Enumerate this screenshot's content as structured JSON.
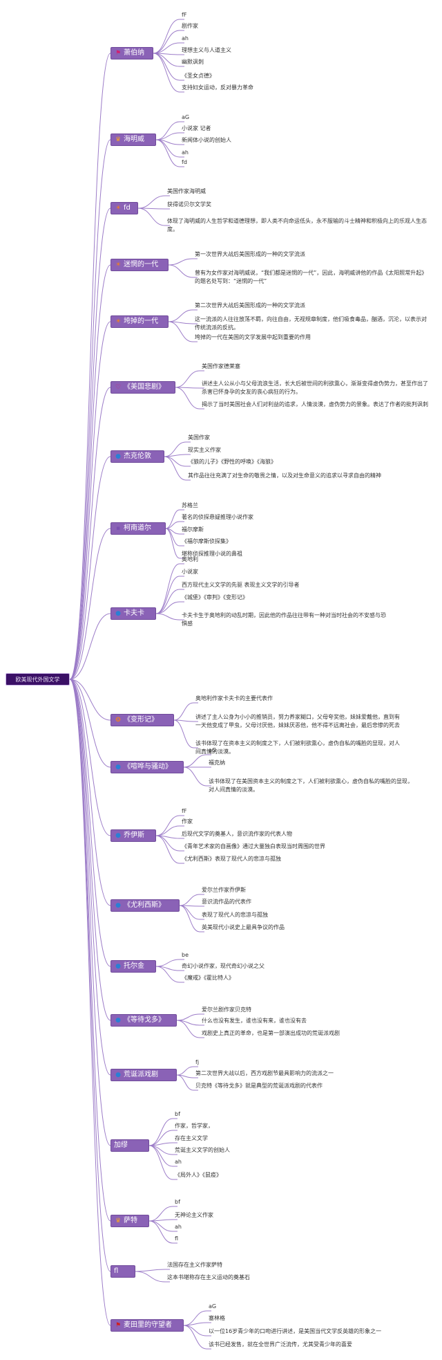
{
  "root": "欧美现代外国文学",
  "topics": [
    {
      "label": "萧伯纳",
      "icon": "flag-icon",
      "glyph": "⚑",
      "color": "#d02070",
      "children": [
        "fF",
        "剧作家",
        "ah",
        "理想主义与人道主义",
        "幽默讽刺",
        "《圣女贞德》",
        "支持妇女运动，反对暴力革命"
      ]
    },
    {
      "label": "海明威",
      "icon": "trophy-icon",
      "glyph": "♛",
      "color": "#f0a030",
      "children": [
        "aG",
        "小说家 记者",
        "新闻体小说的创始人",
        "ah",
        "fd"
      ]
    },
    {
      "label": "fd",
      "icon": "sun-icon",
      "glyph": "☀",
      "color": "#f08020",
      "children": [
        "美国作家海明威",
        "获得诺贝尔文学奖",
        "体现了海明威的人生哲学和道德理想，即人类不向命运低头，永不服输的斗士精神和积极向上的乐观人生态度。"
      ]
    },
    {
      "label": "迷惘的一代",
      "icon": "sun-icon",
      "glyph": "☀",
      "color": "#f08020",
      "children": [
        "第一次世界大战后美国形成的一种的文学流派",
        "曾有为女作家对海明威说，“我们都是迷惘的一代”，因此，海明威讲他的作品《太阳照常升起》的题名处写到：“迷惘的一代”"
      ]
    },
    {
      "label": "垮掉的一代",
      "icon": "sun-icon",
      "glyph": "☀",
      "color": "#f08020",
      "children": [
        "第二次世界大战后美国形成的一种的文学流派",
        "这一流派的人往往放荡不羁，向往自由，无视规章制度，他们吸食毒品，酗酒，沉沦，以表示对传统流派的反抗。",
        "垮掉的一代在美国的文学发展中起到重要的作用"
      ]
    },
    {
      "label": "《美国悲剧》",
      "icon": "heart-icon",
      "glyph": "♡",
      "color": "#d02070",
      "children": [
        "美国作家德莱塞",
        "讲述主人公从小与父母流浪生活，长大后被世间的利欲熏心，渐渐变得虚伪势力，甚至作出了杀害已怀身孕的女友的丧心病狂的行为。",
        "揭示了当时美国社会人们对利益的追求，人情淡漠，虚伪势力的景象。表达了作者的批判讽刺"
      ]
    },
    {
      "label": "杰克伦敦",
      "icon": "globe-icon",
      "glyph": "●",
      "color": "#2a7fd4",
      "children": [
        "美国作家",
        "现实主义作家",
        "《狼的儿子》《野性的呼唤》《海狼》",
        "其作品往往充满了对生命的敬畏之情，以及对生命意义的追求以寻求自由的精神"
      ]
    },
    {
      "label": "柯南道尔",
      "icon": "book-icon",
      "glyph": "▪",
      "color": "#7a4fb0",
      "children": [
        "苏格兰",
        "著名的侦探悬疑推理小说作家",
        "福尔摩斯",
        "《福尔摩斯侦探集》",
        "堪称侦探推理小说的鼻祖"
      ]
    },
    {
      "label": "卡夫卡",
      "icon": "person-icon",
      "glyph": "●",
      "color": "#2a7fd4",
      "children": [
        "奥地利",
        "小说家",
        "西方现代主义文学的先驱 表现主义文学的引导者",
        "《城堡》《审判》《变形记》",
        "卡夫卡生于奥地利的动乱时期，因此他的作品往往带有一种对当时社会的不安感与恐惧感"
      ]
    },
    {
      "label": "《变形记》",
      "icon": "ribbon-icon",
      "glyph": "❂",
      "color": "#f08020",
      "children": [
        "奥地利作家卡夫卡的主要代表作",
        "讲述了主人公身为小小的推销员，努力养家糊口，父母夸奖他，妹妹爱戴他，直到有一天他变成了甲虫，父母讨厌他，妹妹厌恶他，他不得不远离社会，最后悲惨的死去",
        "该书体现了在资本主义的制度之下，人们被利欲熏心，虚伪自私的嘴脸的显现，对人间真情的淡漠。"
      ]
    },
    {
      "label": "《喧哗与骚动》",
      "icon": "globe-icon",
      "glyph": "●",
      "color": "#2a7fd4",
      "children": [
        "aG",
        "福克纳",
        "该书体现了在美国资本主义的制度之下，人们被利欲熏心，虚伪自私的嘴脸的显现，对人间真情的淡漠。"
      ]
    },
    {
      "label": "乔伊斯",
      "icon": "globe-icon",
      "glyph": "●",
      "color": "#2a7fd4",
      "children": [
        "fF",
        "作家",
        "后现代文学的奠基人，意识流作家的代表人物",
        "《青年艺术家的自画像》通过大量独白表现当时周围的世界",
        "《尤利西斯》表现了现代人的悲凉与孤独"
      ]
    },
    {
      "label": "《尤利西斯》",
      "icon": "globe-icon",
      "glyph": "●",
      "color": "#2a7fd4",
      "children": [
        "爱尔兰作家乔伊斯",
        "意识流作品的代表作",
        "表现了现代人的悲凉与孤独",
        "英美现代小说史上最具争议的作品"
      ]
    },
    {
      "label": "托尔金",
      "icon": "globe-icon",
      "glyph": "●",
      "color": "#2a7fd4",
      "children": [
        "be",
        "奇幻小说作家，现代奇幻小说之父",
        "《魔戒》《霍比特人》"
      ]
    },
    {
      "label": "《等待戈多》",
      "icon": "globe-icon",
      "glyph": "●",
      "color": "#2a7fd4",
      "children": [
        "爱尔兰剧作家贝克特",
        "什么也没有发生，谁也没有来，谁也没有去",
        "戏剧史上真正的革命，也是第一部演出成功的荒诞派戏剧"
      ]
    },
    {
      "label": "荒诞派戏剧",
      "icon": "globe-icon",
      "glyph": "●",
      "color": "#2a7fd4",
      "children": [
        "fj",
        "第二次世界大战以后，西方戏剧节最具影响力的流派之一",
        "贝克特《等待戈多》就是典型的荒诞派戏剧的代表作"
      ]
    },
    {
      "label": "加缪",
      "icon": "none",
      "glyph": "",
      "color": "#ffffff",
      "children": [
        "bf",
        "作家，哲学家，",
        "存在主义文学",
        "荒诞主义文学的创始人",
        "ah",
        "《局外人》《鼠疫》"
      ]
    },
    {
      "label": "萨特",
      "icon": "trophy-icon",
      "glyph": "♛",
      "color": "#f0a030",
      "children": [
        "bf",
        "无神论主义作家",
        "ah",
        "fl"
      ]
    },
    {
      "label": "fl",
      "icon": "none",
      "glyph": "",
      "color": "#ffffff",
      "children": [
        "法国存在主义作家萨特",
        "这本书堪称存在主义运动的奠基石"
      ]
    },
    {
      "label": "麦田里的守望者",
      "icon": "flag-icon",
      "glyph": "⚑",
      "color": "#d02020",
      "children": [
        "aG",
        "塞林格",
        "以一位16岁青少年的口吻进行讲述，是美国当代文学反英雄的形象之一",
        "该书已经发售，就在全世界广泛流传，尤其受青少年的喜爱"
      ]
    }
  ]
}
